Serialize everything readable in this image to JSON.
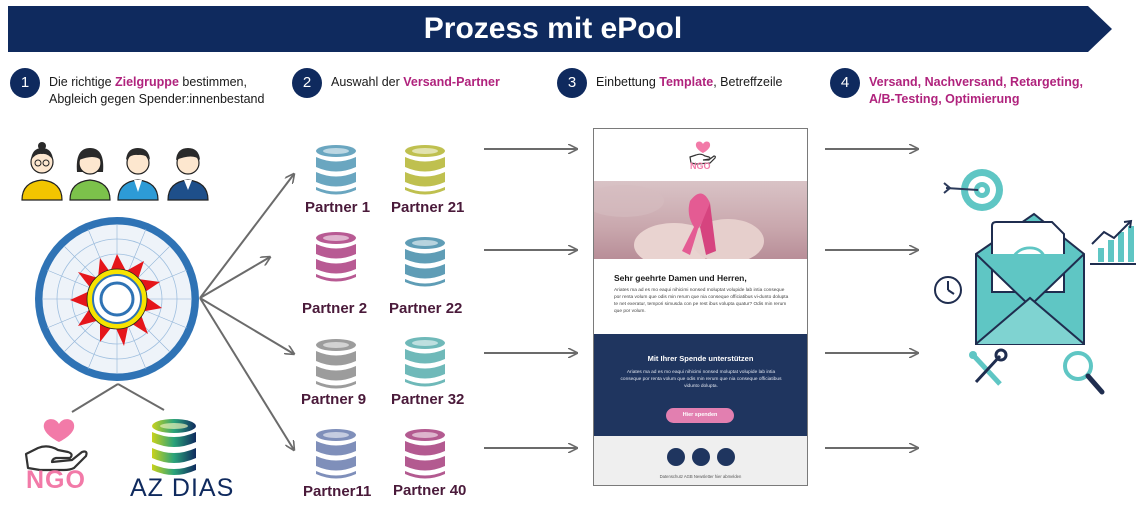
{
  "header": {
    "title": "Prozess mit ePool"
  },
  "steps": [
    {
      "number": "1",
      "pre": "Die richtige ",
      "highlight": "Zielgruppe",
      "post": " bestimmen,",
      "line2": "Abgleich gegen Spender:innenbestand"
    },
    {
      "number": "2",
      "pre": "Auswahl der ",
      "highlight": "Versand-Partner"
    },
    {
      "number": "3",
      "pre": "Einbettung ",
      "highlight": "Template",
      "post": ", Betreffzeile"
    },
    {
      "number": "4",
      "line1": "Versand, Nachversand, Retargeting,",
      "line2": "A/B-Testing, Optimierung"
    }
  ],
  "logos": {
    "ngo": "NGO",
    "azdias": "AZ DIAS"
  },
  "partners": [
    {
      "label": "Partner 1",
      "color": "#6aa6c0"
    },
    {
      "label": "Partner 21",
      "color": "#bfc04f"
    },
    {
      "label": "Partner 2",
      "color": "#b85a93"
    },
    {
      "label": "Partner 22",
      "color": "#5f9db6"
    },
    {
      "label": "Partner 9",
      "color": "#9c9c9c"
    },
    {
      "label": "Partner 32",
      "color": "#6fb9b9"
    },
    {
      "label": "Partner11",
      "color": "#7f8fba"
    },
    {
      "label": "Partner 40",
      "color": "#b35a90"
    }
  ],
  "email": {
    "logo_text": "NGO",
    "greeting": "Sehr geehrte Damen und Herren,",
    "body": "Ariates ma ad es mo eaqui nihicimi nonsed moluptat volupide lab intia conseque por renta volum que odis min rerum que nia conseque officiatibus vi-dunto dolupta te net exeratur, tempori simusda con pe rest ibus volupta quatur? Odis min rerum que por volum.",
    "band_title": "Mit Ihrer Spende unterstützen",
    "band_text": "Ariates ma ad es mo eaqui nihicimi nonsed moluptat volupide lab intia conseque por renta volum que odis min rerum que nia conseque officiatibus vidunto dolupta.",
    "button": "Hier spenden",
    "footer_links": "Datenschutz    AGB    Newsletter hier abmelden"
  },
  "colors": {
    "navy": "#0f2a5e",
    "accent": "#b0237d",
    "teal": "#3fb8c4",
    "pink": "#f27aa8"
  }
}
